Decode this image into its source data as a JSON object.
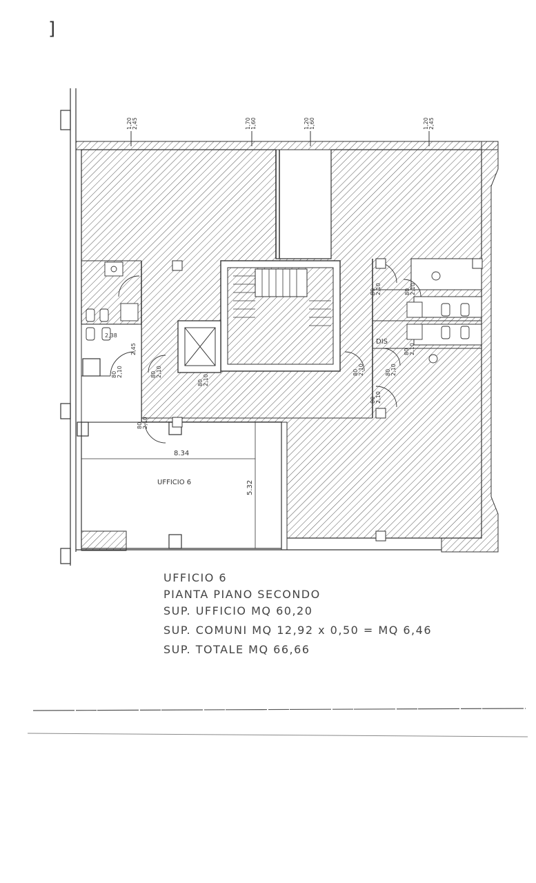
{
  "margin_mark": "]",
  "plan": {
    "window_dims": [
      {
        "width": "1,20",
        "height": "2,45"
      },
      {
        "width": "1,70",
        "height": "1,60"
      },
      {
        "width": "1,20",
        "height": "1,60"
      },
      {
        "width": "1,20",
        "height": "2,45"
      }
    ],
    "door_dims": [
      {
        "width": "80",
        "height": "2,10"
      },
      {
        "width": "80",
        "height": "2,10"
      },
      {
        "width": "80",
        "height": "2,10"
      },
      {
        "width": "80",
        "height": "2,10"
      },
      {
        "width": "80",
        "height": "2,10"
      },
      {
        "width": "80",
        "height": "2,10"
      },
      {
        "width": "80",
        "height": "2,10"
      },
      {
        "width": "80",
        "height": "2,10"
      },
      {
        "width": "80",
        "height": "2,10"
      },
      {
        "width": "80",
        "height": "2,10"
      }
    ],
    "small_dims": [
      "2,38",
      "2,45"
    ],
    "dis_label": "DIS",
    "room_label": "UFFICIO 6",
    "room_width": "8.34",
    "room_depth": "5.32"
  },
  "caption": {
    "line1": "UFFICIO 6",
    "line2": "PIANTA PIANO SECONDO",
    "line3": "SUP. UFFICIO MQ 60,20",
    "line4": "SUP. COMUNI MQ 12,92 x 0,50 = MQ 6,46",
    "line5": "SUP. TOTALE MQ 66,66"
  }
}
